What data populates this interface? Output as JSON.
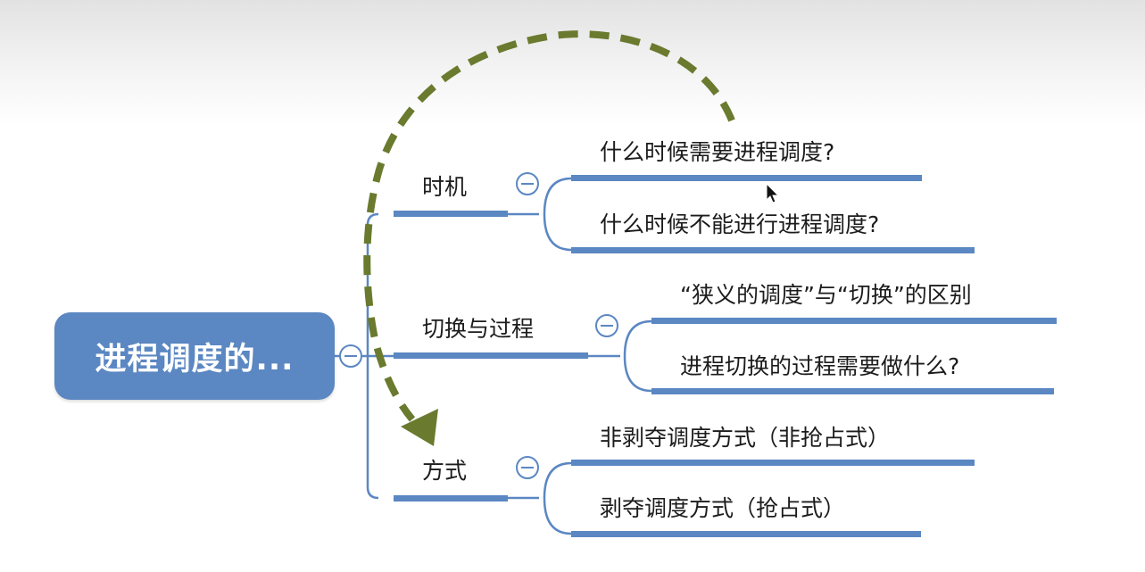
{
  "root": {
    "label": "进程调度的..."
  },
  "branches": [
    {
      "label": "时机",
      "children": [
        "什么时候需要进程调度?",
        "什么时候不能进行进程调度?"
      ]
    },
    {
      "label": "切换与过程",
      "children": [
        "“狭义的调度”与“切换”的区别",
        "进程切换的过程需要做什么?"
      ]
    },
    {
      "label": "方式",
      "children": [
        "非剥夺调度方式（非抢占式）",
        "剥夺调度方式（抢占式）"
      ]
    }
  ],
  "colors": {
    "node": "#5b87c2",
    "line": "#5b87c2",
    "arrow": "#6a7a2e",
    "text": "#1c1c1c"
  },
  "icons": {
    "collapse": "minus-circle-icon",
    "cursor": "mouse-pointer-icon",
    "annotation": "dashed-curved-arrow"
  }
}
